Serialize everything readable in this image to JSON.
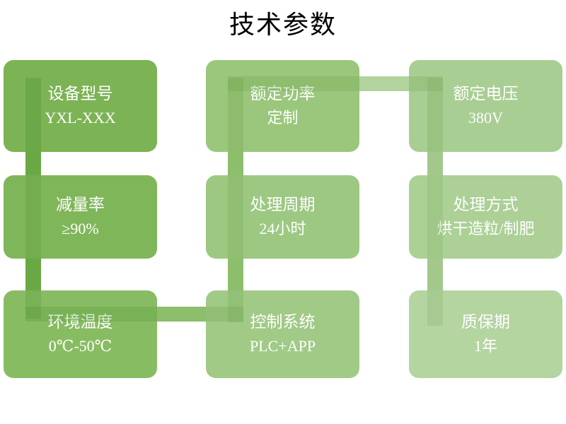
{
  "page": {
    "title": "技术参数",
    "background": "#ffffff",
    "title_color": "#000000"
  },
  "palette": {
    "col1": "#7CB354",
    "col2": "#9AC77C",
    "col3": "#A9CE93",
    "col3_light": "#B6D6A2",
    "connector_col1": "#6AA844",
    "connector_col2": "#8CBE6B",
    "connector_col3": "#A2C98B",
    "connector_col3_light": "#C3DCB2",
    "text": "#ffffff"
  },
  "spec_grid": {
    "rows": 3,
    "cols": 3,
    "cards": [
      {
        "id": "model",
        "label": "设备型号",
        "value": "YXL-XXX",
        "row": 1,
        "col": 1,
        "color": "#7CB354"
      },
      {
        "id": "rated-power",
        "label": "额定功率",
        "value": "定制",
        "row": 1,
        "col": 2,
        "color": "#9AC77C"
      },
      {
        "id": "rated-voltage",
        "label": "额定电压",
        "value": "380V",
        "row": 1,
        "col": 3,
        "color": "#A9CE93"
      },
      {
        "id": "reduction",
        "label": "减量率",
        "value": "≥90%",
        "row": 2,
        "col": 1,
        "color": "#80B65A"
      },
      {
        "id": "cycle",
        "label": "处理周期",
        "value": "24小时",
        "row": 2,
        "col": 2,
        "color": "#9DC882"
      },
      {
        "id": "method",
        "label": "处理方式",
        "value": "烘干造粒/制肥",
        "row": 2,
        "col": 3,
        "color": "#ACD096"
      },
      {
        "id": "temperature",
        "label": "环境温度",
        "value": "0℃-50℃",
        "row": 3,
        "col": 1,
        "color": "#88BC63"
      },
      {
        "id": "control",
        "label": "控制系统",
        "value": "PLC+APP",
        "row": 3,
        "col": 2,
        "color": "#A0CA86"
      },
      {
        "id": "warranty",
        "label": "质保期",
        "value": "1年",
        "row": 3,
        "col": 3,
        "color": "#B4D4A0"
      }
    ]
  },
  "connectors": {
    "vertical": [
      {
        "id": "v-col1",
        "column": 1
      },
      {
        "id": "v-col2",
        "column": 2
      },
      {
        "id": "v-col3",
        "column": 3
      }
    ],
    "horizontal": [
      {
        "id": "h-row1-power-voltage",
        "row": 1
      },
      {
        "id": "h-row3-temp-control",
        "row": 3
      }
    ]
  }
}
